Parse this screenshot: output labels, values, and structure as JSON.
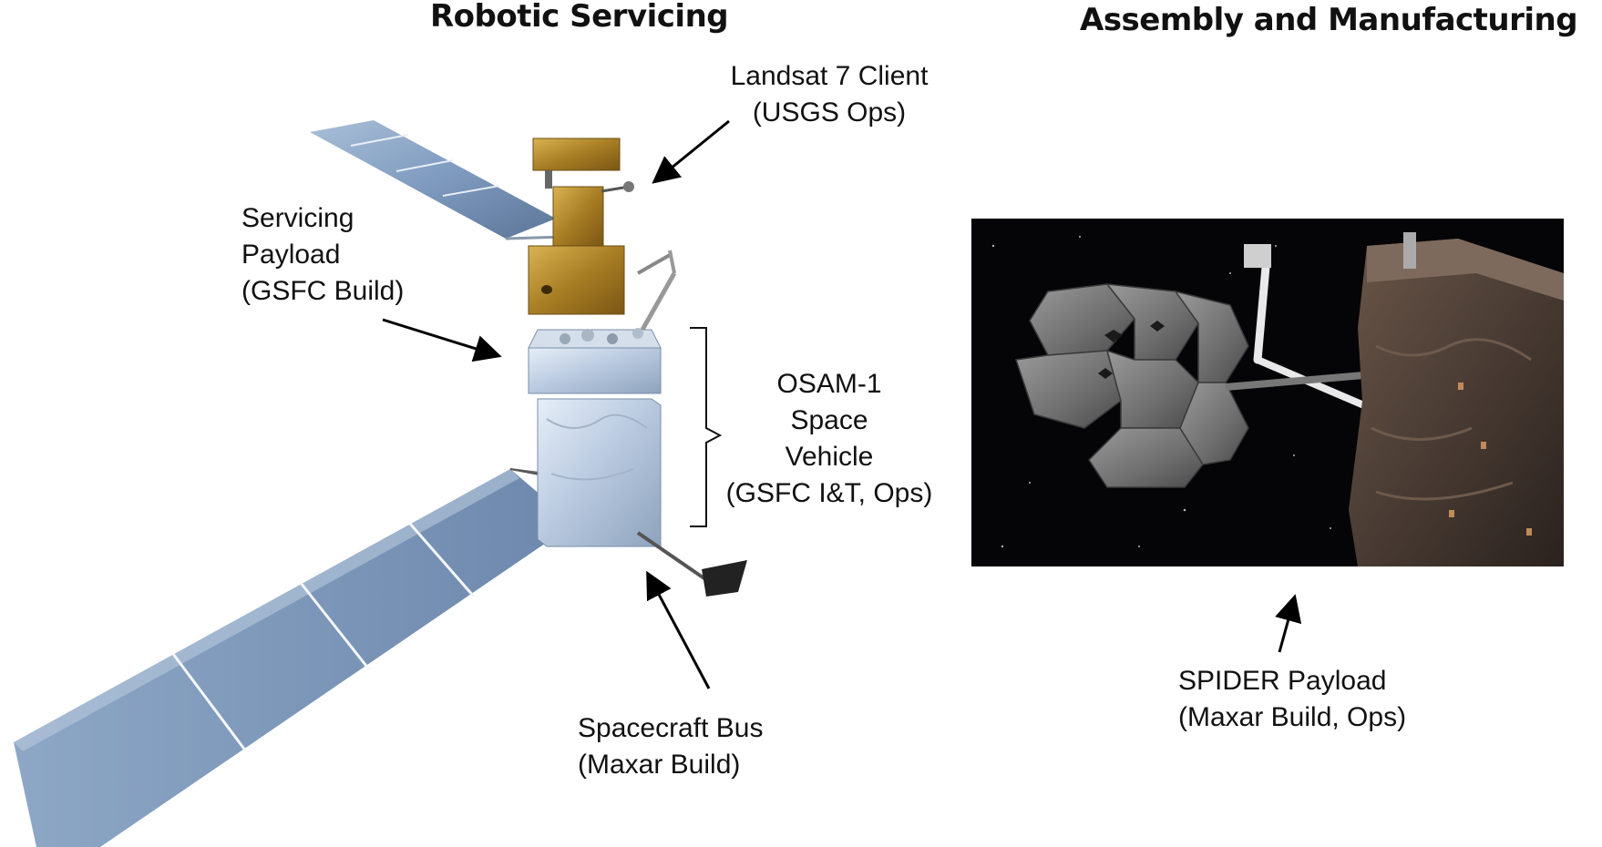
{
  "left_panel": {
    "title": "Robotic Servicing",
    "labels": {
      "landsat": [
        "Landsat 7 Client",
        "(USGS Ops)"
      ],
      "servicing_payload": [
        "Servicing",
        "Payload",
        "(GSFC Build)"
      ],
      "osam": [
        "OSAM-1",
        "Space",
        "Vehicle",
        "(GSFC I&T, Ops)"
      ],
      "bus": [
        "Spacecraft Bus",
        "(Maxar Build)"
      ]
    }
  },
  "right_panel": {
    "title": "Assembly and Manufacturing",
    "labels": {
      "spider": [
        "SPIDER Payload",
        "(Maxar Build, Ops)"
      ]
    }
  },
  "colors": {
    "solar_panel": "#7f9bbf",
    "gold_foil": "#b8902a",
    "silver_body": "#c9d6e6",
    "space_bg": "#050507",
    "arrow": "#000000"
  }
}
